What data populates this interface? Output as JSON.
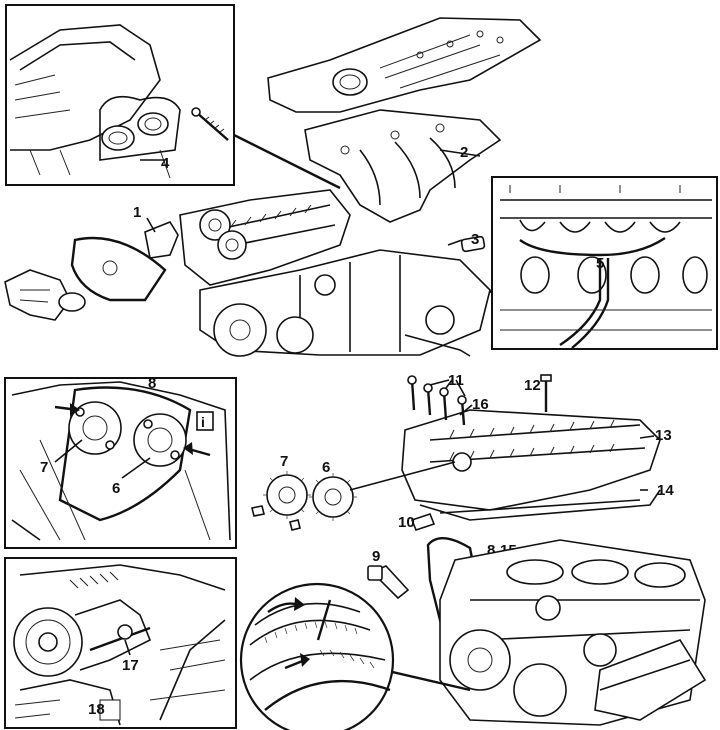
{
  "labels": {
    "n1": "1",
    "n2": "2",
    "n3": "3",
    "n4": "4",
    "n5": "5",
    "n6a": "6",
    "n6b": "6",
    "n7a": "7",
    "n7b": "7",
    "n8a": "8",
    "n8b": "8",
    "n9": "9",
    "n10": "10",
    "n11": "11",
    "n12": "12",
    "n13": "13",
    "n14": "14",
    "n15": "15",
    "n16": "16",
    "n17": "17",
    "n18": "18",
    "info_marker": "i"
  }
}
